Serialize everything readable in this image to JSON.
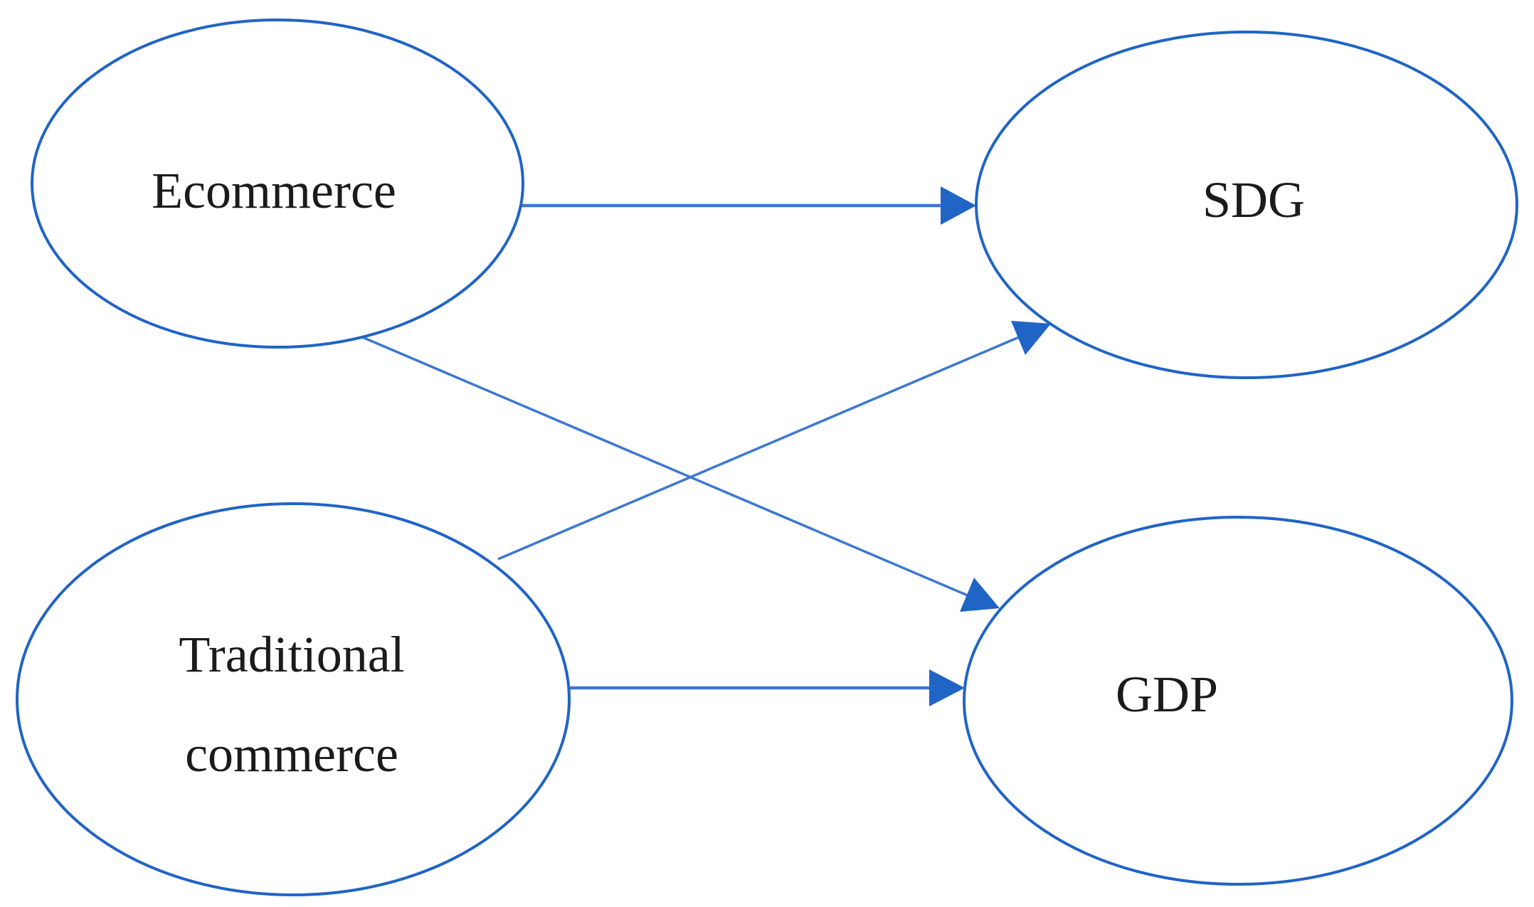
{
  "figure": {
    "type": "path-diagram"
  },
  "nodes": {
    "ecommerce": {
      "label": "Ecommerce"
    },
    "sdg": {
      "label": "SDG"
    },
    "traditional": {
      "label_line1": "Traditional",
      "label_line2": "commerce"
    },
    "gdp": {
      "label": "GDP"
    }
  },
  "edges": [
    {
      "from": "ecommerce",
      "to": "sdg"
    },
    {
      "from": "ecommerce",
      "to": "gdp"
    },
    {
      "from": "traditional",
      "to": "sdg"
    },
    {
      "from": "traditional",
      "to": "gdp"
    }
  ],
  "colors": {
    "node_stroke": "#2064c6",
    "arrow": "#3d77d0",
    "arrowhead": "#2064c6",
    "label_text": "#1b1b1b",
    "background": "#ffffff"
  }
}
